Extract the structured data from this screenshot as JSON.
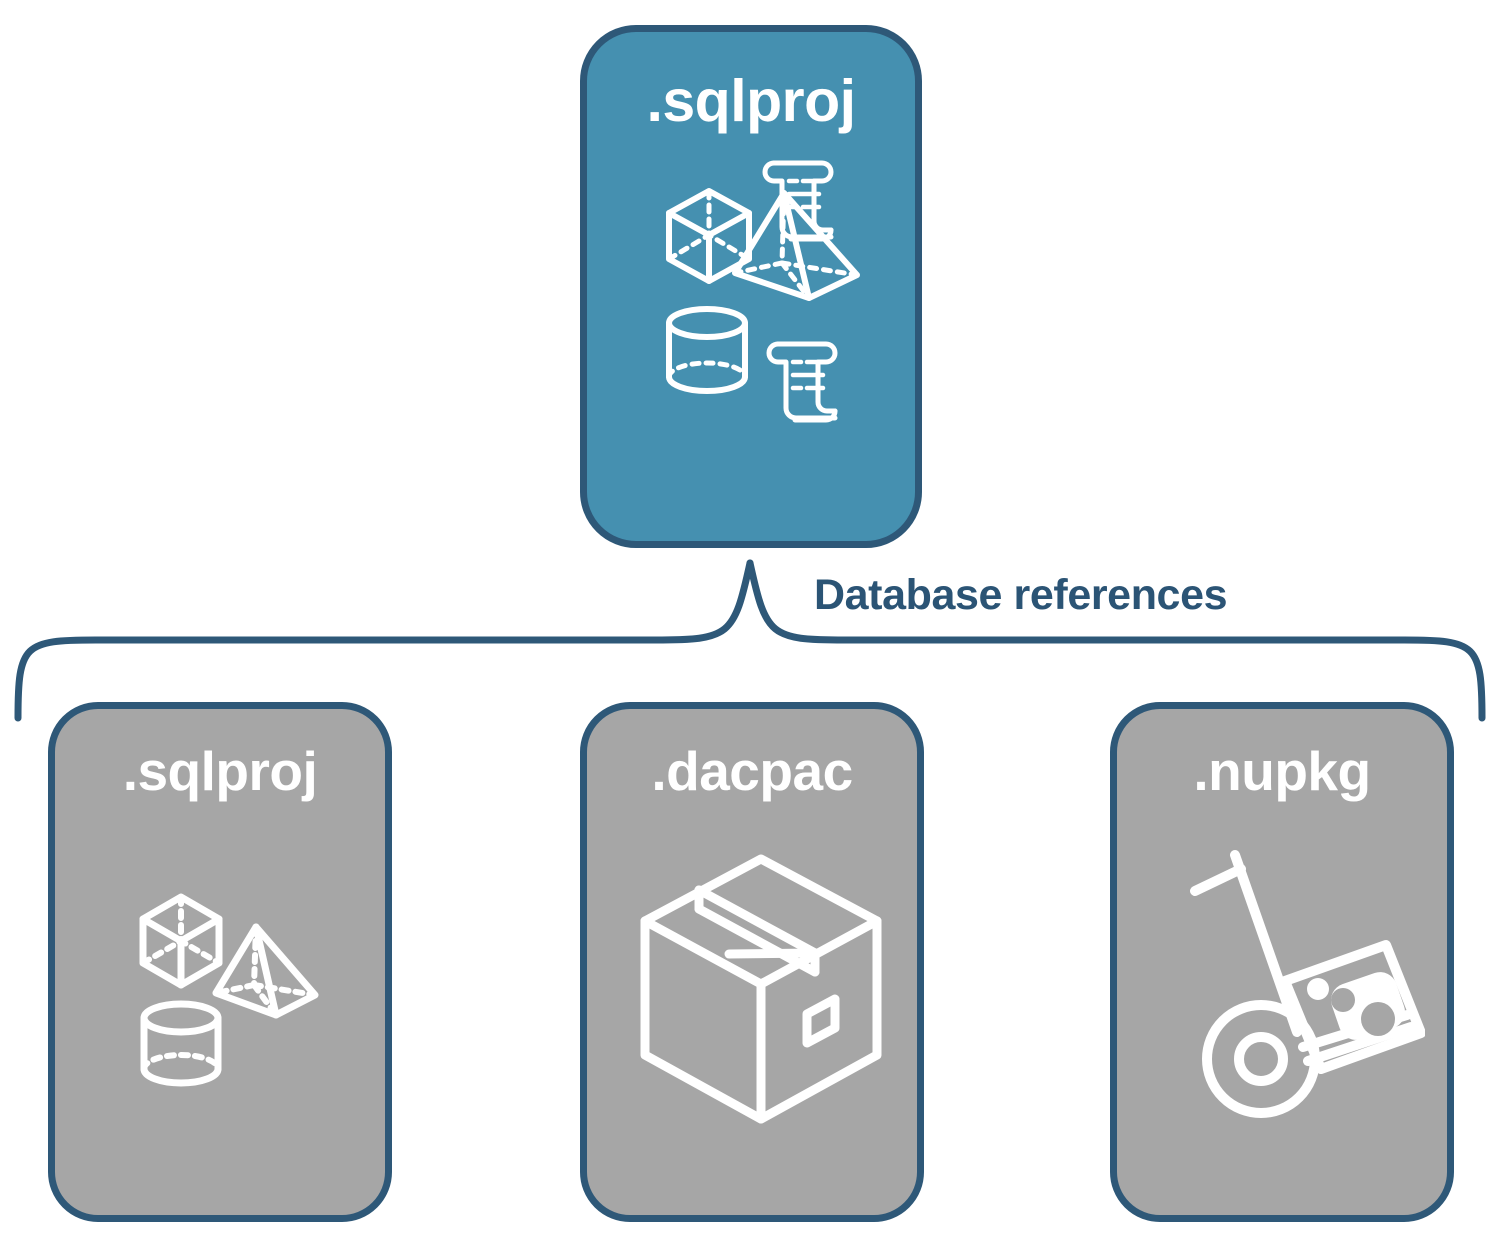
{
  "diagram": {
    "title": "Database references",
    "colors": {
      "primary_card_fill": "#4590b0",
      "secondary_card_fill": "#a6a6a6",
      "border": "#2e5878",
      "label_text": "#2b5475",
      "card_text": "#ffffff",
      "background": "#ffffff"
    }
  },
  "top_card": {
    "label": ".sqlproj",
    "fill": "#4590b0",
    "icons": [
      "cube-icon",
      "pyramid-icon",
      "cylinder-icon",
      "script-scroll-icon",
      "script-scroll-icon"
    ]
  },
  "connector": {
    "label": "Database references",
    "type": "curly-brace",
    "branches": 3
  },
  "bottom_cards": [
    {
      "label": ".sqlproj",
      "fill": "#a6a6a6",
      "icons": [
        "cube-icon",
        "pyramid-icon",
        "cylinder-icon"
      ]
    },
    {
      "label": ".dacpac",
      "fill": "#a6a6a6",
      "icons": [
        "package-box-icon"
      ]
    },
    {
      "label": ".nupkg",
      "fill": "#a6a6a6",
      "icons": [
        "hand-truck-icon"
      ]
    }
  ]
}
